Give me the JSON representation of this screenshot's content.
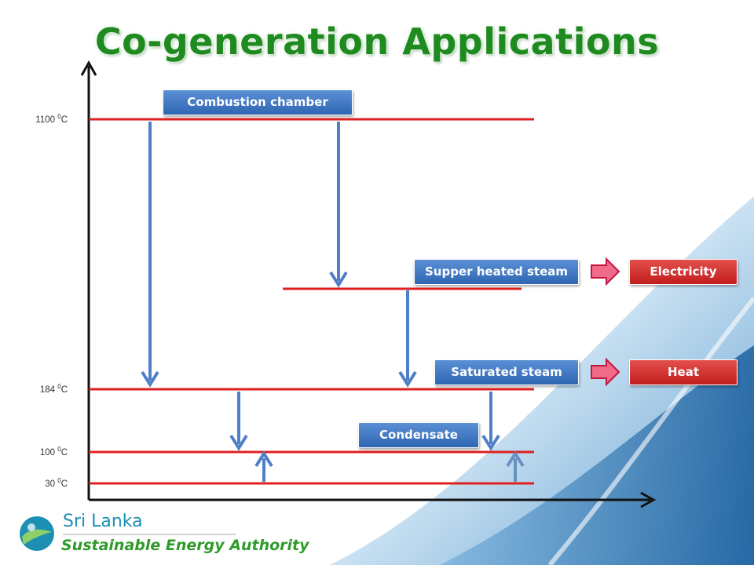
{
  "title": "Co-generation Applications",
  "axis_labels": {
    "t1100": "1100 ",
    "t184": "184 ",
    "t100": "100 ",
    "t30": "30 ",
    "sup": "0",
    "unit": "C"
  },
  "boxes": {
    "combustion": "Combustion  chamber",
    "superheated": "Supper  heated steam",
    "saturated": "Saturated steam",
    "condensate": "Condensate",
    "electricity": "Electricity",
    "heat": "Heat"
  },
  "logo": {
    "line1": "Sri Lanka",
    "line2": "Sustainable Energy Authority"
  },
  "colors": {
    "level_line": "#e02020",
    "arrow": "#4f7fc6",
    "pointer": "#d8204f",
    "title": "#1f8a1f"
  }
}
